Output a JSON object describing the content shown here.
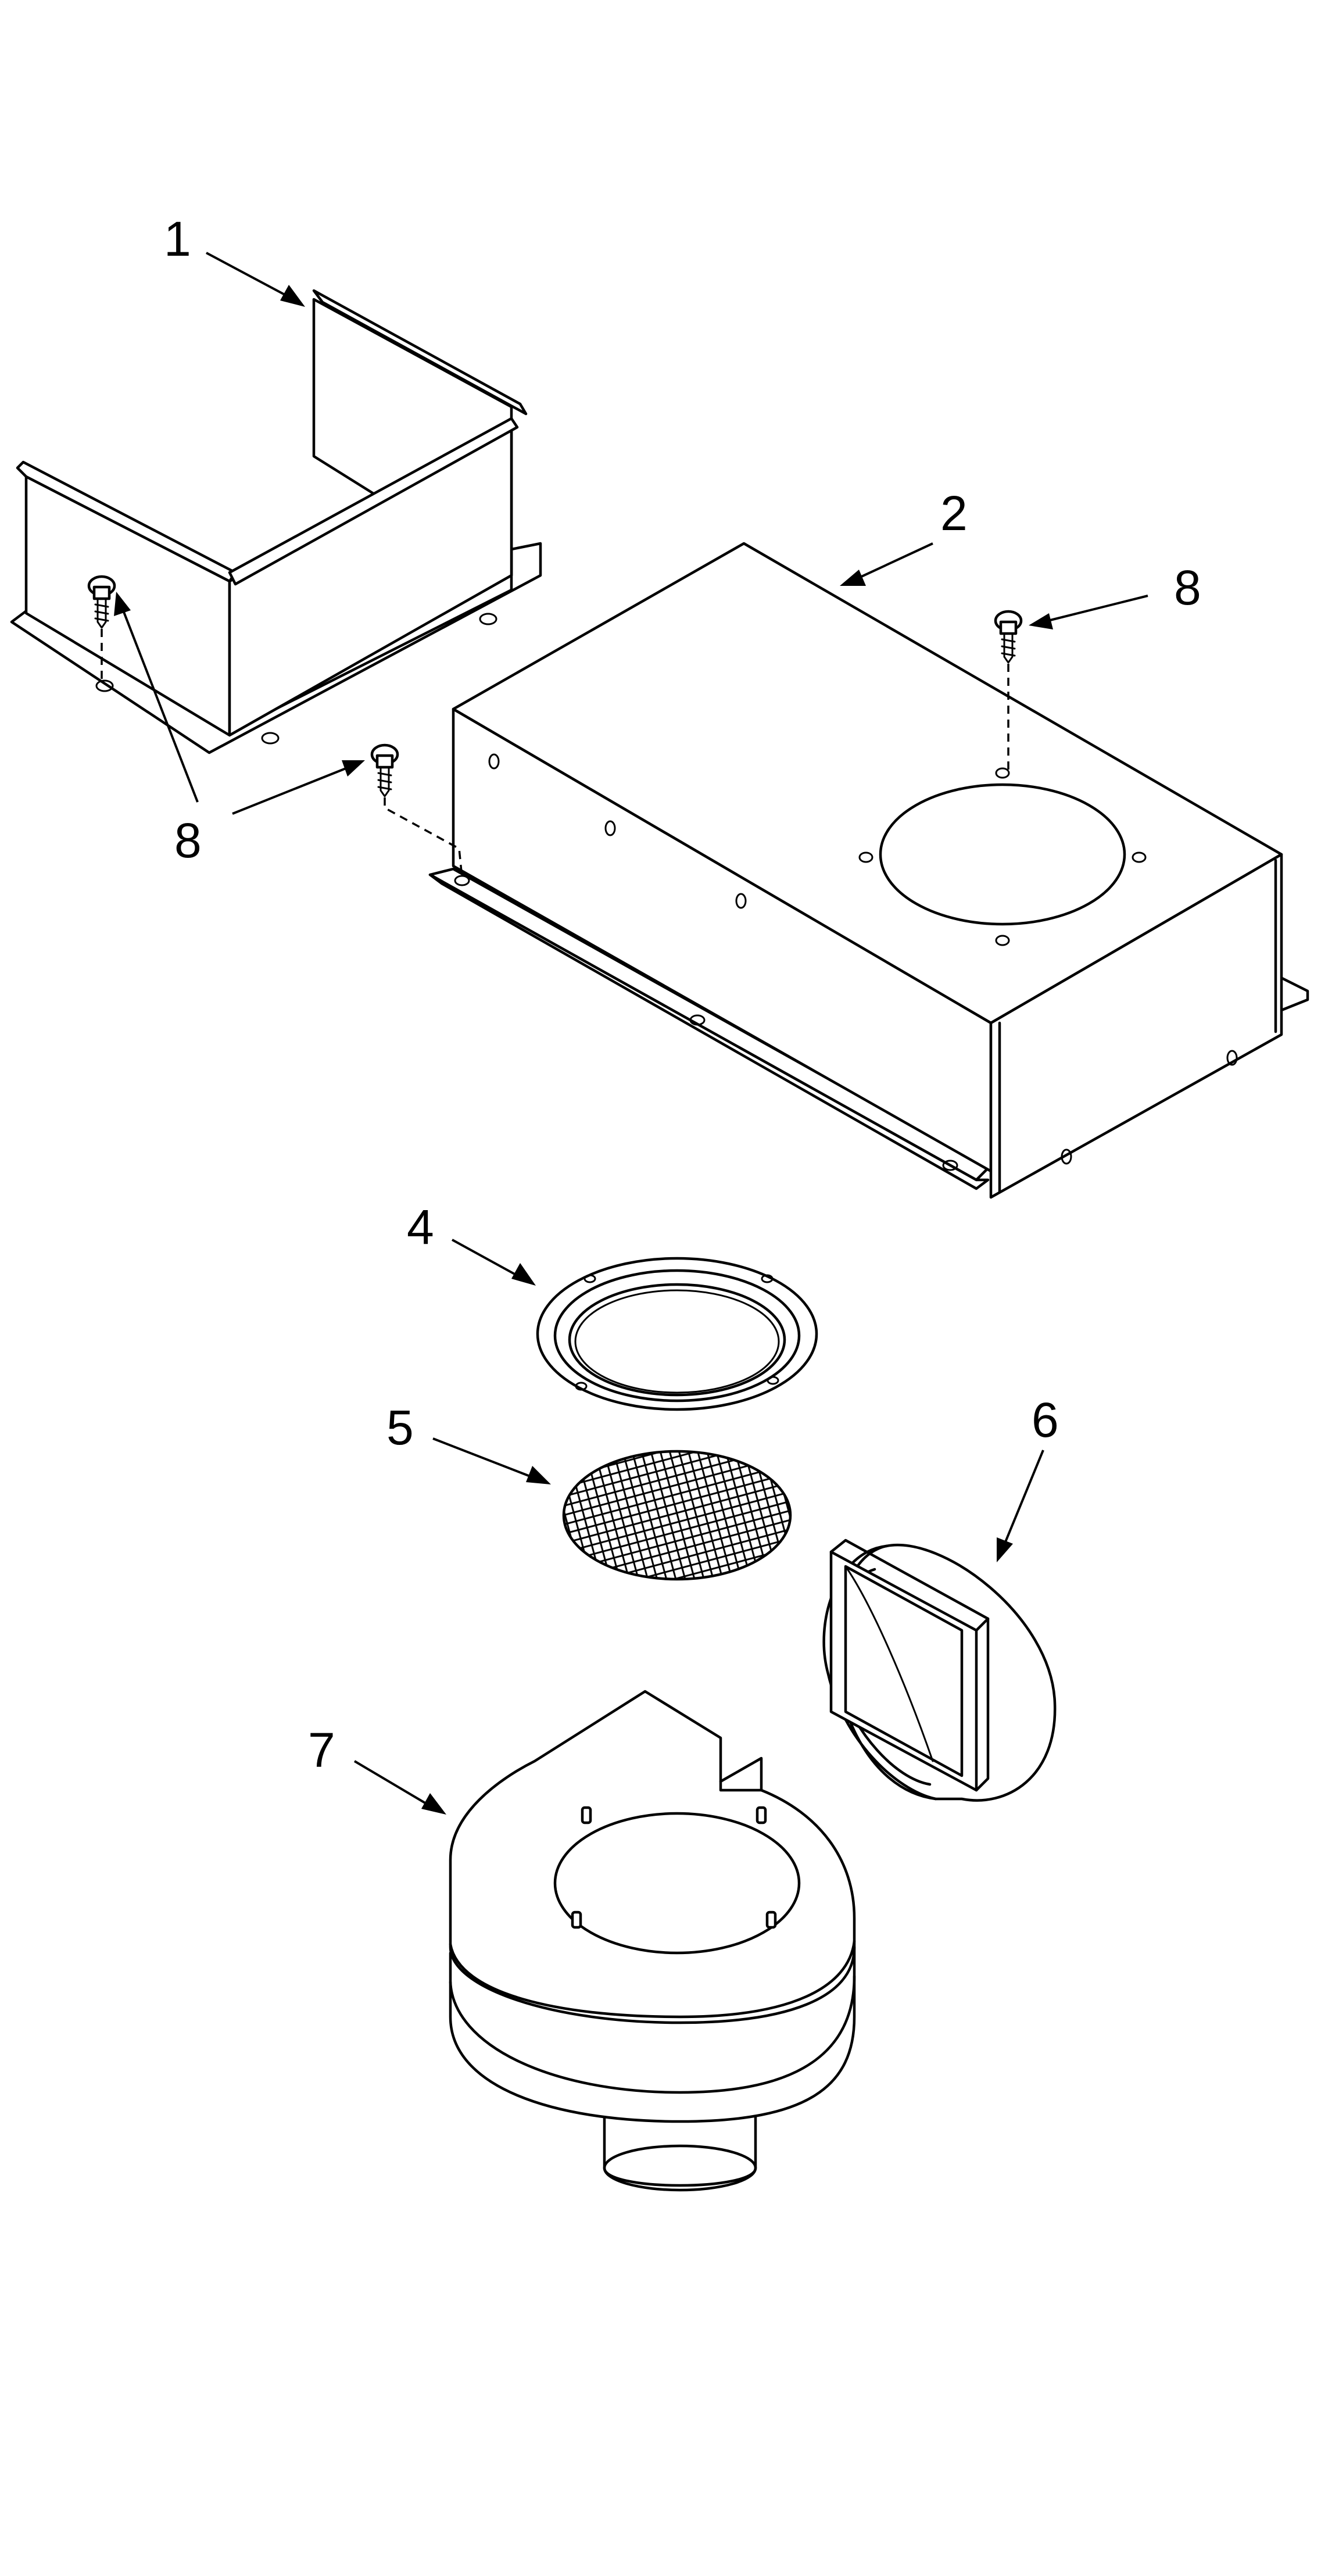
{
  "callouts": {
    "c1": "1",
    "c2": "2",
    "c4": "4",
    "c5": "5",
    "c6": "6",
    "c7": "7",
    "c8_left": "8",
    "c8_right": "8"
  }
}
